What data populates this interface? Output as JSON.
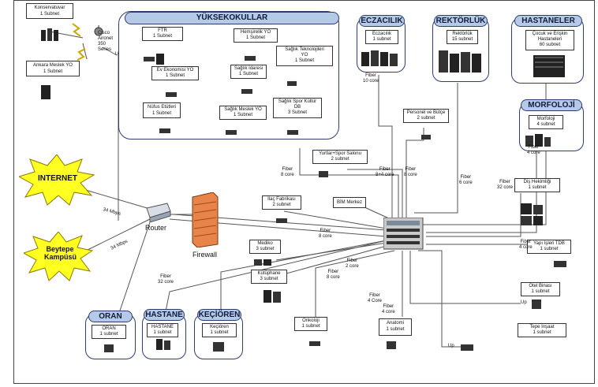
{
  "groups": {
    "yuksekokullar": "YÜKSEKOKULLAR",
    "eczacilik": "ECZACILIK",
    "rektorluk": "REKTÖRLÜK",
    "hastaneler": "HASTANELER",
    "morfoloji": "MORFOLOJİ",
    "oran": "ORAN",
    "hastane": "HASTANE",
    "kecioren": "KEÇİÖREN"
  },
  "nodes": {
    "konservatuvar": [
      "Konservatuvar",
      "1 Subnet"
    ],
    "ankara_meslek": [
      "Ankara Meslek YO",
      "1 Subnet"
    ],
    "ftr": [
      "FTR",
      "1 Subnet"
    ],
    "hemsirelik": [
      "Hemşirelik YO",
      "1 Subnet"
    ],
    "saglik_teknoloji": [
      "Sağlık Teknolojileri",
      "YO",
      "1 Subnet"
    ],
    "ev_ekonomisi": [
      "Ev Ekonomisi YO",
      "1 Subnet"
    ],
    "saglik_idaresi": [
      "Sağlık İdaresi",
      "1 Subnet"
    ],
    "nufus": [
      "Nüfus Etütleri",
      "1 Subnet"
    ],
    "saglik_meslek": [
      "Sağlık Meslek YO",
      "1 Subnet"
    ],
    "saglik_spor": [
      "Sağlık Spor Kültür",
      "DB",
      "3 Subnet"
    ],
    "eczacilik": [
      "Eczacılık",
      "1 subnet"
    ],
    "rektorluk": [
      "Rektörlük",
      "15 subnet"
    ],
    "cocuk_eriskin": [
      "Çocuk ve Erişkin",
      "Hastaneleri",
      "60 subnet"
    ],
    "morfoloji": [
      "Morfoloji",
      "4 subnet"
    ],
    "personel": [
      "Personel ve Bütçe",
      "2 subnet"
    ],
    "yurtlar": [
      "Yurtlar+Spor Salonu",
      "2 subnet"
    ],
    "ilac": [
      "İlaç Fabrikası",
      "2 subnet"
    ],
    "bim": [
      "BİM Merkez"
    ],
    "dis": [
      "Diş Hekimliği",
      "1 subnet"
    ],
    "yapi": [
      "Yapı İşleri TDB",
      "1 subnet"
    ],
    "mediko": [
      "Mediko",
      "3 subnet"
    ],
    "kutuphane": [
      "Kütüphane",
      "3 subnet"
    ],
    "otel": [
      "Otel Binası",
      "1 subnet"
    ],
    "tepe": [
      "Tepe İnşaat",
      "1 subnet"
    ],
    "onkoloji": [
      "Onkoloji",
      "1 subnet"
    ],
    "anatomi": [
      "Anatomi",
      "1 subnet"
    ],
    "oran": [
      "ORAN",
      "1 subnet"
    ],
    "hastane": [
      "HASTANE",
      "1 subnet"
    ],
    "kecioren": [
      "Keçiören",
      "1 subnet"
    ]
  },
  "wireless": [
    "Cisco",
    "Aironet",
    "350",
    "Series"
  ],
  "internet": "INTERNET",
  "beytepe": [
    "Beytepe",
    "Kampüsü"
  ],
  "router": "Router",
  "firewall": "Firewall",
  "speeds": {
    "internet": "34 Mbps",
    "beytepe": "34 Mbps"
  },
  "links": {
    "up1": "Up",
    "up2": "Up",
    "up3": "Up",
    "fiber_eczacilik": [
      "Fiber",
      "10 core"
    ],
    "fiber_8core_a": [
      "Fiber",
      "8 core"
    ],
    "fiber_8_4": [
      "Fiber",
      "8+4 core"
    ],
    "fiber_8core_b": [
      "Fiber",
      "8 core"
    ],
    "fiber_rektorluk": [
      "Fiber",
      "6 core"
    ],
    "fiber_morfoloji": [
      "Fiber",
      "4 core"
    ],
    "fiber_32_dis": [
      "Fiber",
      "32 core"
    ],
    "fiber_8core_c": [
      "Fiber",
      "8 core"
    ],
    "fiber_yapi": [
      "Fiber",
      "4 core"
    ],
    "fiber_2core": [
      "Fiber",
      "2 core"
    ],
    "fiber_8core_d": [
      "Fiber",
      "8 core"
    ],
    "fiber_32_hastane": [
      "Fiber",
      "32 core"
    ],
    "fiber_4core_a": [
      "Fiber",
      "4 Core"
    ],
    "fiber_4core_b": [
      "Fiber",
      "4 core"
    ]
  }
}
